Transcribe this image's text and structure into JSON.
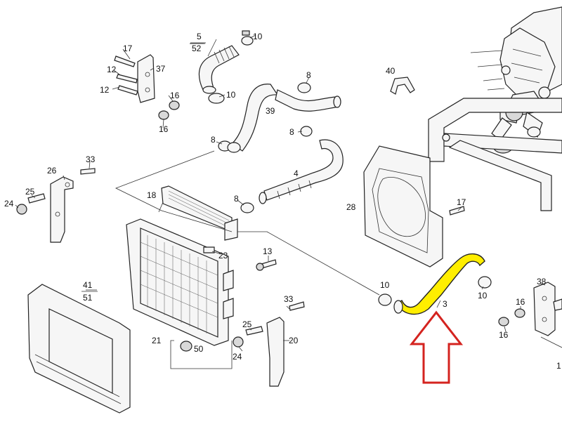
{
  "labels": {
    "p5": "5",
    "p52": "52",
    "p10_top": "10",
    "p17": "17",
    "p12a": "12",
    "p12b": "12",
    "p37": "37",
    "p16a": "16",
    "p16b": "16",
    "p10_mid": "10",
    "p39": "39",
    "p8a": "8",
    "p40": "40",
    "p8b": "8",
    "p8c": "8",
    "p4": "4",
    "p8d": "8",
    "p33a": "33",
    "p26": "26",
    "p25a": "25",
    "p24a": "24",
    "p18": "18",
    "p28": "28",
    "p17b": "17",
    "p23": "23",
    "p13": "13",
    "p41": "41",
    "p51": "51",
    "p10c": "10",
    "p3": "3",
    "p10d": "10",
    "p38": "38",
    "p16c": "16",
    "p16d": "16",
    "p33b": "33",
    "p25b": "25",
    "p21": "21",
    "p50": "50",
    "p24b": "24",
    "p20": "20",
    "p1": "1"
  },
  "colors": {
    "highlight": "#ffee00",
    "arrow": "#d4231f",
    "line": "#222222"
  }
}
